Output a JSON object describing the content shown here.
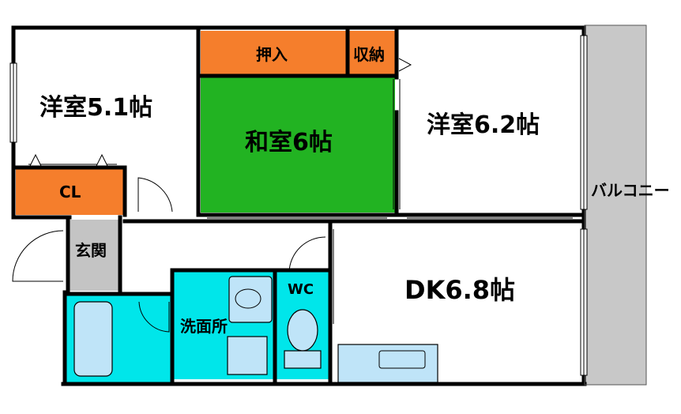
{
  "rooms": {
    "western_a": "洋室5.1帖",
    "japanese": "和室6帖",
    "western_b": "洋室6.2帖",
    "closet_a": "押入",
    "closet_b": "収納",
    "cl": "CL",
    "entrance": "玄関",
    "washroom": "洗面所",
    "wc": "WC",
    "dk": "DK6.8帖",
    "balcony": "バルコニー"
  },
  "colors": {
    "wall": "#000000",
    "closet": "#f57e2c",
    "japanese": "#22b322",
    "water": "#00e6ea",
    "bath_fixture": "#bfe4f8",
    "entrance": "#c4c4c4",
    "balcony": "#c8c8c8"
  }
}
